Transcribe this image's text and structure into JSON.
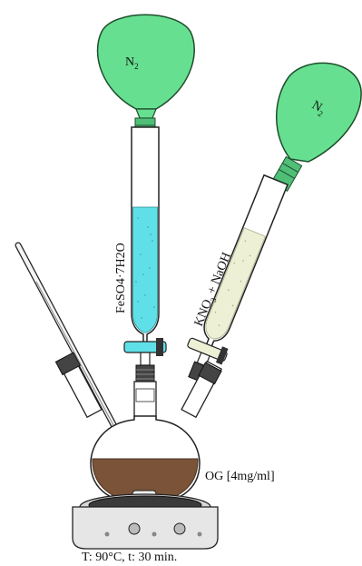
{
  "balloon_left": {
    "label_main": "N",
    "label_sub": "2"
  },
  "balloon_right": {
    "label_main": "N",
    "label_sub": "2"
  },
  "funnel_left": {
    "label": "FeSO4·7H2O",
    "liquid_color": "#5fe0e8"
  },
  "funnel_right": {
    "label_pre": "KNO",
    "label_sub": "3",
    "label_post": " + NaOH",
    "liquid_color": "#eef0d6"
  },
  "flask": {
    "label": "OG [4mg/ml]",
    "liquid_color": "#7a5338"
  },
  "hotplate": {
    "caption": "T: 90°C, t: 30 min."
  },
  "colors": {
    "balloon": "#66e090",
    "needle_hub": "#4fbf78",
    "stirbar": "#f2f2f2"
  }
}
